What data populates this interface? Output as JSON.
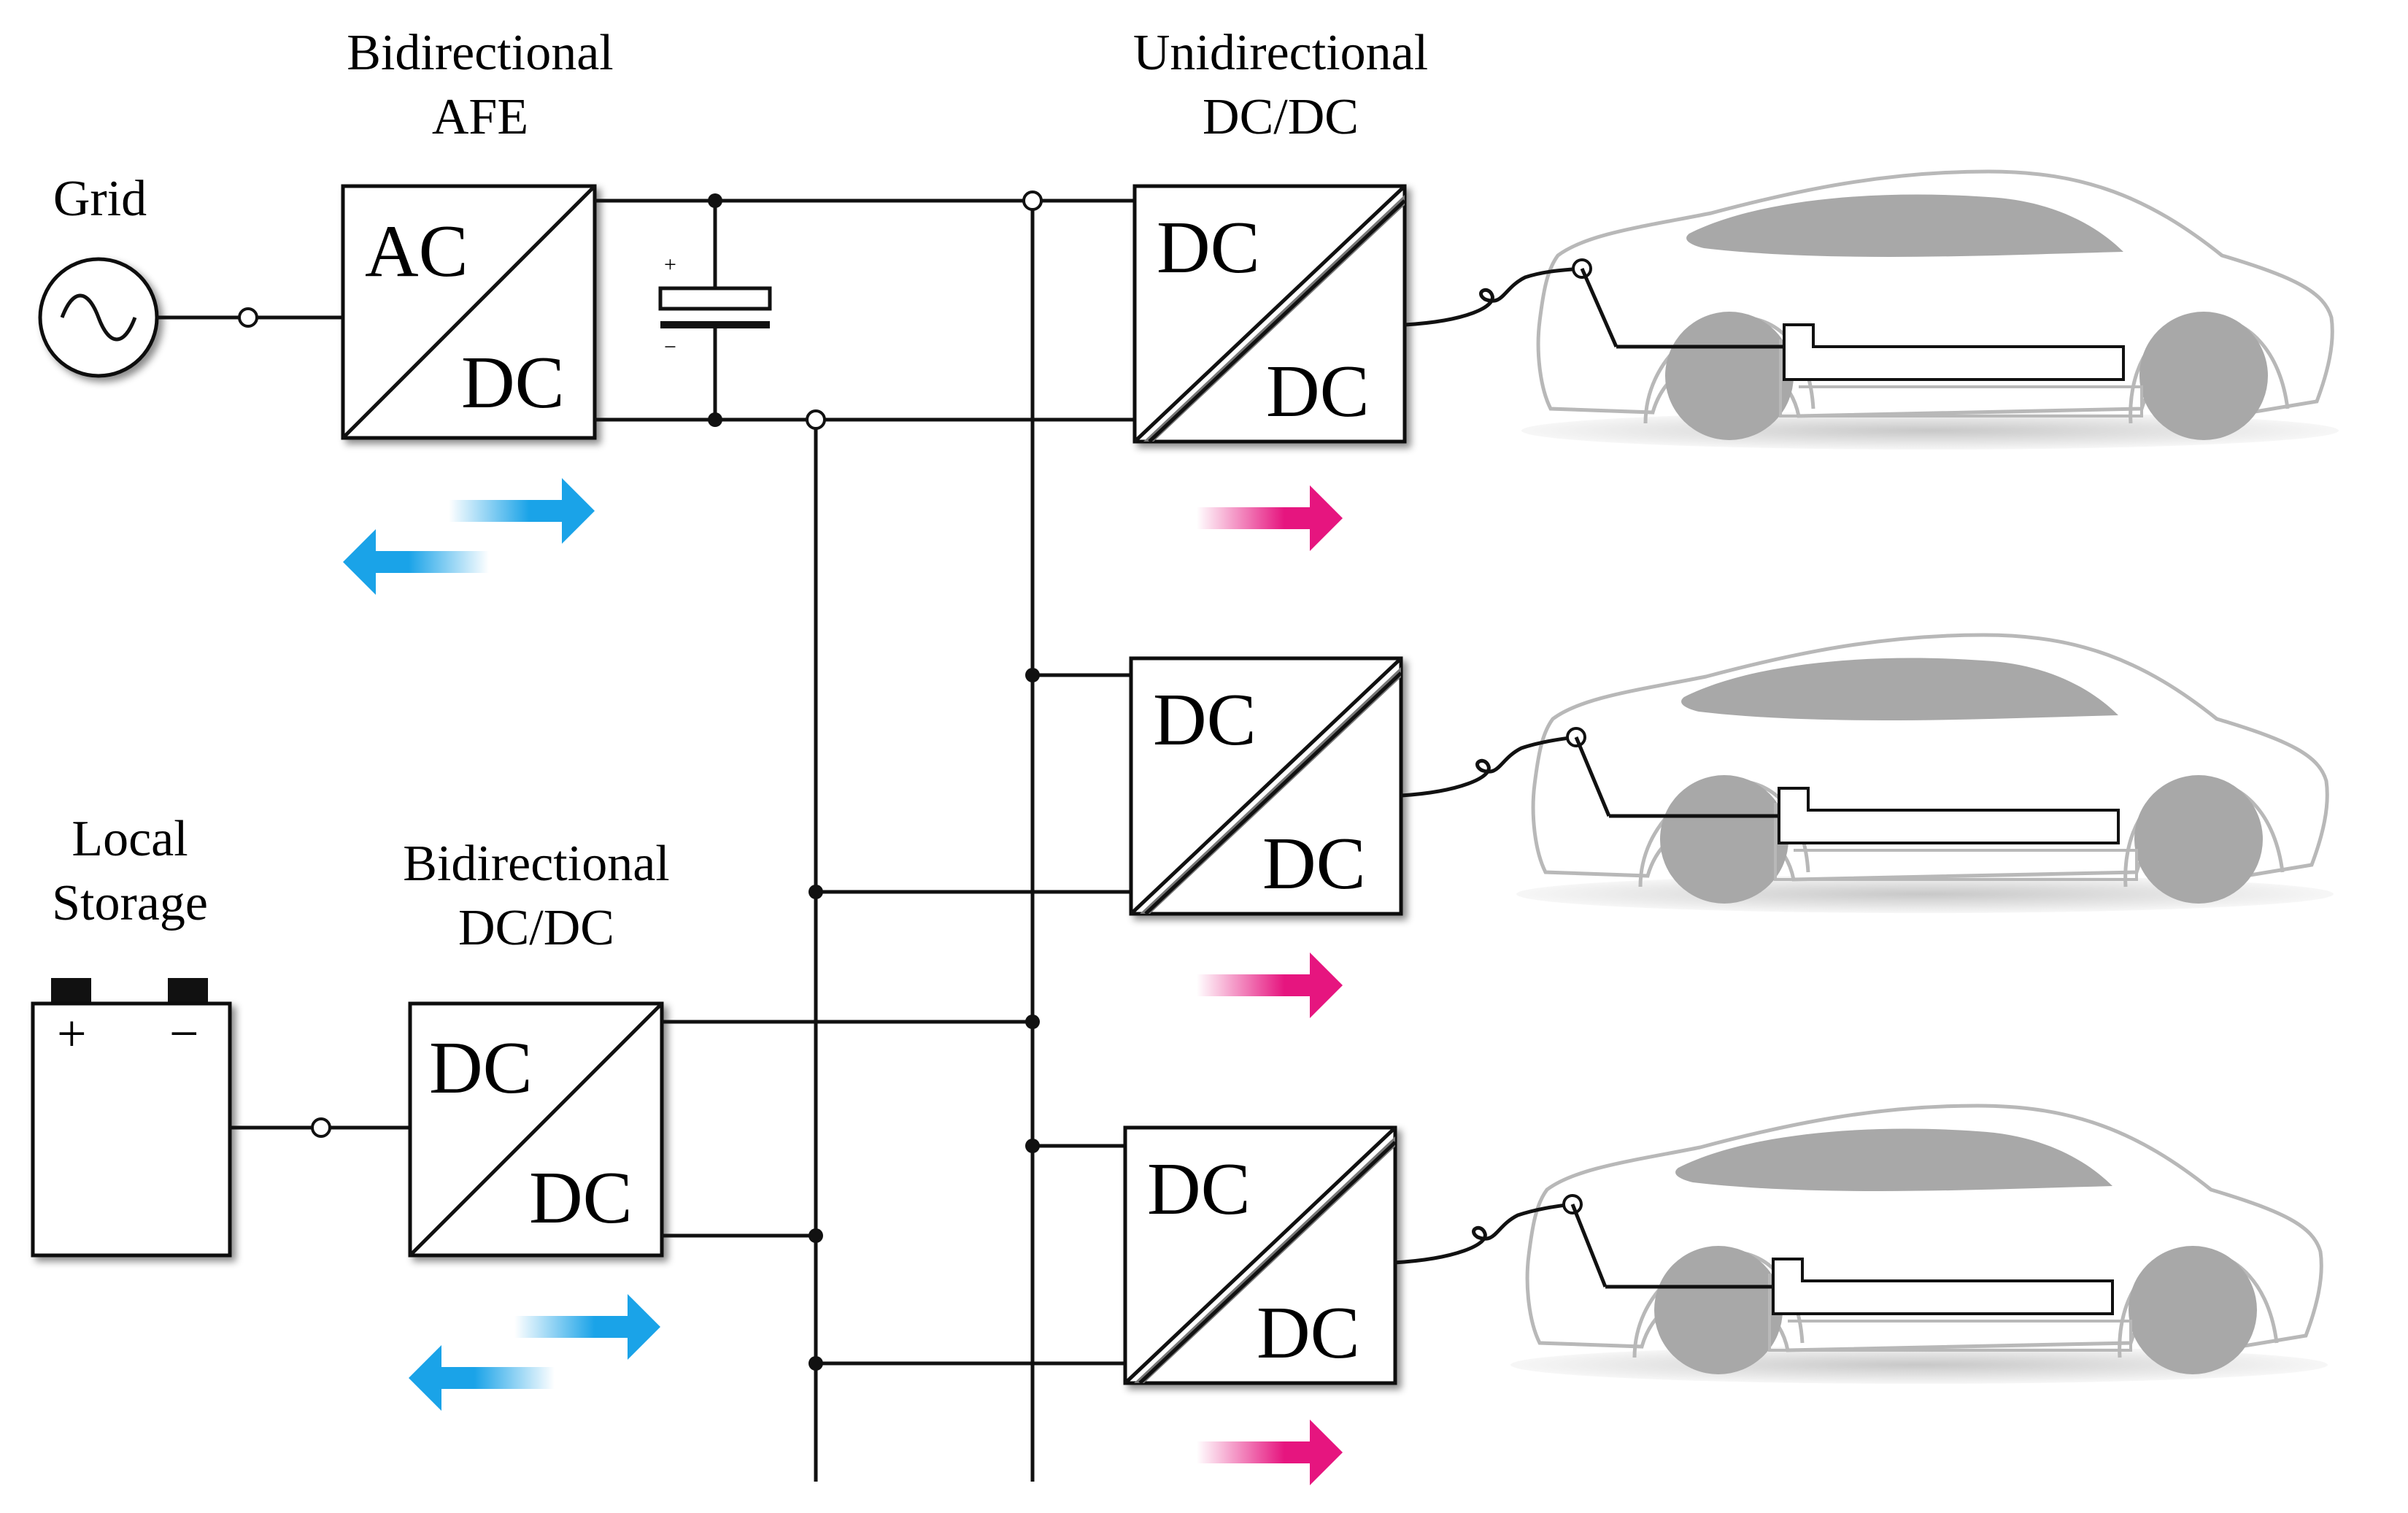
{
  "labels": {
    "grid": "Grid",
    "afe_line1": "Bidirectional",
    "afe_line2": "AFE",
    "uni_line1": "Unidirectional",
    "uni_line2": "DC/DC",
    "storage_line1": "Local",
    "storage_line2": "Storage",
    "bidc_line1": "Bidirectional",
    "bidc_line2": "DC/DC"
  },
  "blocks": {
    "afe_in": "AC",
    "afe_out": "DC",
    "dc_in": "DC",
    "dc_out": "DC"
  },
  "capacitor": {
    "plus": "+",
    "minus": "−"
  },
  "battery": {
    "plus": "+",
    "minus": "−"
  },
  "colors": {
    "bidirectional_arrow": "#1aa3e8",
    "unidirectional_arrow": "#e6157f",
    "car_fill": "#a8a8a8",
    "car_outline": "#b5b5b5",
    "car_shadow": "#d4d4d4"
  }
}
